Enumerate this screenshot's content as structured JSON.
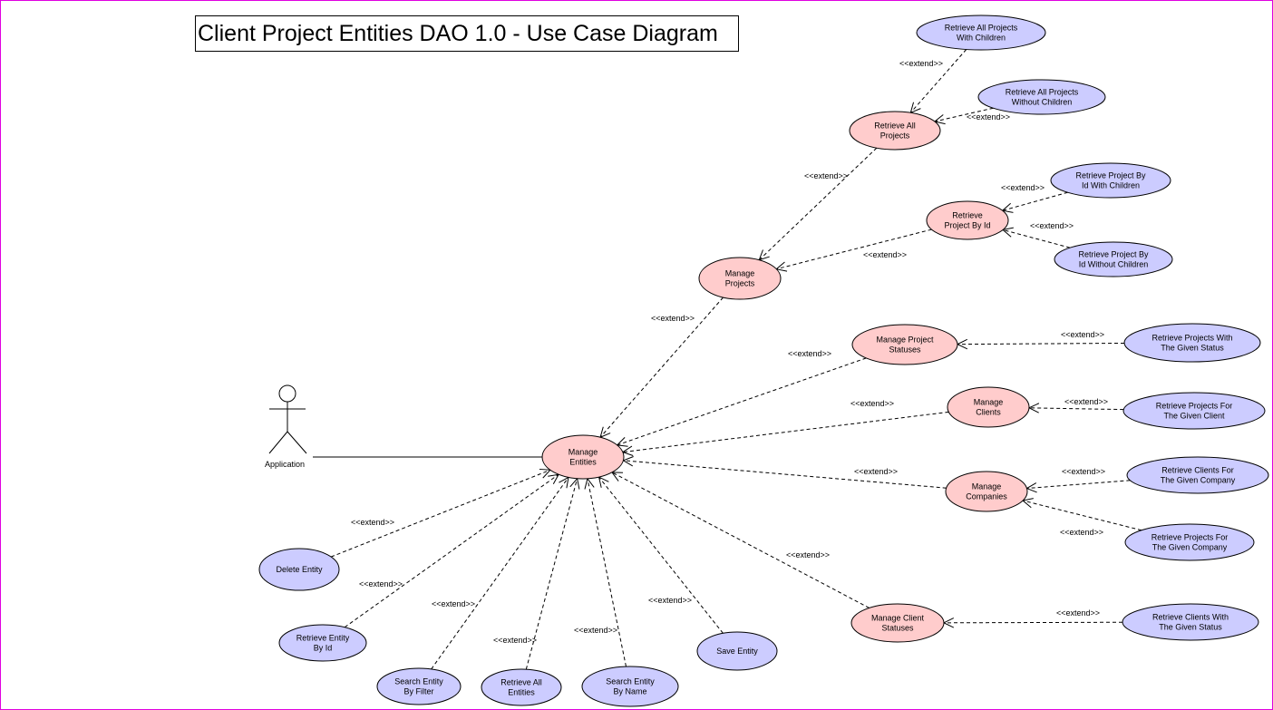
{
  "diagram": {
    "title": "Client Project Entities DAO 1.0 - Use Case Diagram",
    "extend_label": "<<extend>>",
    "colors": {
      "primary_fill": "#ffcccc",
      "secondary_fill": "#ccccff",
      "stroke": "#000000",
      "border": "#e000e0"
    },
    "actor": {
      "name": "Application"
    },
    "use_cases": [
      {
        "id": "manage-entities",
        "lines": [
          "Manage",
          "Entities"
        ],
        "kind": "primary"
      },
      {
        "id": "manage-projects",
        "lines": [
          "Manage",
          "Projects"
        ],
        "kind": "primary"
      },
      {
        "id": "retrieve-all-projects",
        "lines": [
          "Retrieve All",
          "Projects"
        ],
        "kind": "primary"
      },
      {
        "id": "retrieve-project-by-id",
        "lines": [
          "Retrieve",
          "Project By Id"
        ],
        "kind": "primary"
      },
      {
        "id": "manage-project-statuses",
        "lines": [
          "Manage Project",
          "Statuses"
        ],
        "kind": "primary"
      },
      {
        "id": "manage-clients",
        "lines": [
          "Manage",
          "Clients"
        ],
        "kind": "primary"
      },
      {
        "id": "manage-companies",
        "lines": [
          "Manage",
          "Companies"
        ],
        "kind": "primary"
      },
      {
        "id": "manage-client-statuses",
        "lines": [
          "Manage Client",
          "Statuses"
        ],
        "kind": "primary"
      },
      {
        "id": "retrieve-all-projects-with-children",
        "lines": [
          "Retrieve All Projects",
          "With Children"
        ],
        "kind": "secondary"
      },
      {
        "id": "retrieve-all-projects-without-children",
        "lines": [
          "Retrieve All Projects",
          "Without Children"
        ],
        "kind": "secondary"
      },
      {
        "id": "retrieve-project-by-id-with-children",
        "lines": [
          "Retrieve Project By",
          "Id With Children"
        ],
        "kind": "secondary"
      },
      {
        "id": "retrieve-project-by-id-without-children",
        "lines": [
          "Retrieve Project By",
          "Id Without Children"
        ],
        "kind": "secondary"
      },
      {
        "id": "retrieve-projects-with-given-status",
        "lines": [
          "Retrieve Projects With",
          "The Given Status"
        ],
        "kind": "secondary"
      },
      {
        "id": "retrieve-projects-for-given-client",
        "lines": [
          "Retrieve Projects For",
          "The Given Client"
        ],
        "kind": "secondary"
      },
      {
        "id": "retrieve-clients-for-given-company",
        "lines": [
          "Retrieve Clients For",
          "The Given Company"
        ],
        "kind": "secondary"
      },
      {
        "id": "retrieve-projects-for-given-company",
        "lines": [
          "Retrieve Projects For",
          "The Given Company"
        ],
        "kind": "secondary"
      },
      {
        "id": "retrieve-clients-with-given-status",
        "lines": [
          "Retrieve Clients With",
          "The Given Status"
        ],
        "kind": "secondary"
      },
      {
        "id": "delete-entity",
        "lines": [
          "Delete Entity"
        ],
        "kind": "secondary"
      },
      {
        "id": "retrieve-entity-by-id",
        "lines": [
          "Retrieve Entity",
          "By Id"
        ],
        "kind": "secondary"
      },
      {
        "id": "search-entity-by-filter",
        "lines": [
          "Search Entity",
          "By Filter"
        ],
        "kind": "secondary"
      },
      {
        "id": "retrieve-all-entities",
        "lines": [
          "Retrieve All",
          "Entities"
        ],
        "kind": "secondary"
      },
      {
        "id": "search-entity-by-name",
        "lines": [
          "Search Entity",
          "By Name"
        ],
        "kind": "secondary"
      },
      {
        "id": "save-entity",
        "lines": [
          "Save Entity"
        ],
        "kind": "secondary"
      }
    ],
    "associations": [
      {
        "from": "actor",
        "to": "manage-entities"
      }
    ],
    "extends": [
      {
        "from": "retrieve-all-projects-with-children",
        "to": "retrieve-all-projects"
      },
      {
        "from": "retrieve-all-projects-without-children",
        "to": "retrieve-all-projects"
      },
      {
        "from": "retrieve-all-projects",
        "to": "manage-projects"
      },
      {
        "from": "retrieve-project-by-id-with-children",
        "to": "retrieve-project-by-id"
      },
      {
        "from": "retrieve-project-by-id-without-children",
        "to": "retrieve-project-by-id"
      },
      {
        "from": "retrieve-project-by-id",
        "to": "manage-projects"
      },
      {
        "from": "manage-projects",
        "to": "manage-entities"
      },
      {
        "from": "retrieve-projects-with-given-status",
        "to": "manage-project-statuses"
      },
      {
        "from": "manage-project-statuses",
        "to": "manage-entities"
      },
      {
        "from": "retrieve-projects-for-given-client",
        "to": "manage-clients"
      },
      {
        "from": "manage-clients",
        "to": "manage-entities"
      },
      {
        "from": "retrieve-clients-for-given-company",
        "to": "manage-companies"
      },
      {
        "from": "retrieve-projects-for-given-company",
        "to": "manage-companies"
      },
      {
        "from": "manage-companies",
        "to": "manage-entities"
      },
      {
        "from": "retrieve-clients-with-given-status",
        "to": "manage-client-statuses"
      },
      {
        "from": "manage-client-statuses",
        "to": "manage-entities"
      },
      {
        "from": "delete-entity",
        "to": "manage-entities"
      },
      {
        "from": "retrieve-entity-by-id",
        "to": "manage-entities"
      },
      {
        "from": "search-entity-by-filter",
        "to": "manage-entities"
      },
      {
        "from": "retrieve-all-entities",
        "to": "manage-entities"
      },
      {
        "from": "search-entity-by-name",
        "to": "manage-entities"
      },
      {
        "from": "save-entity",
        "to": "manage-entities"
      }
    ]
  }
}
